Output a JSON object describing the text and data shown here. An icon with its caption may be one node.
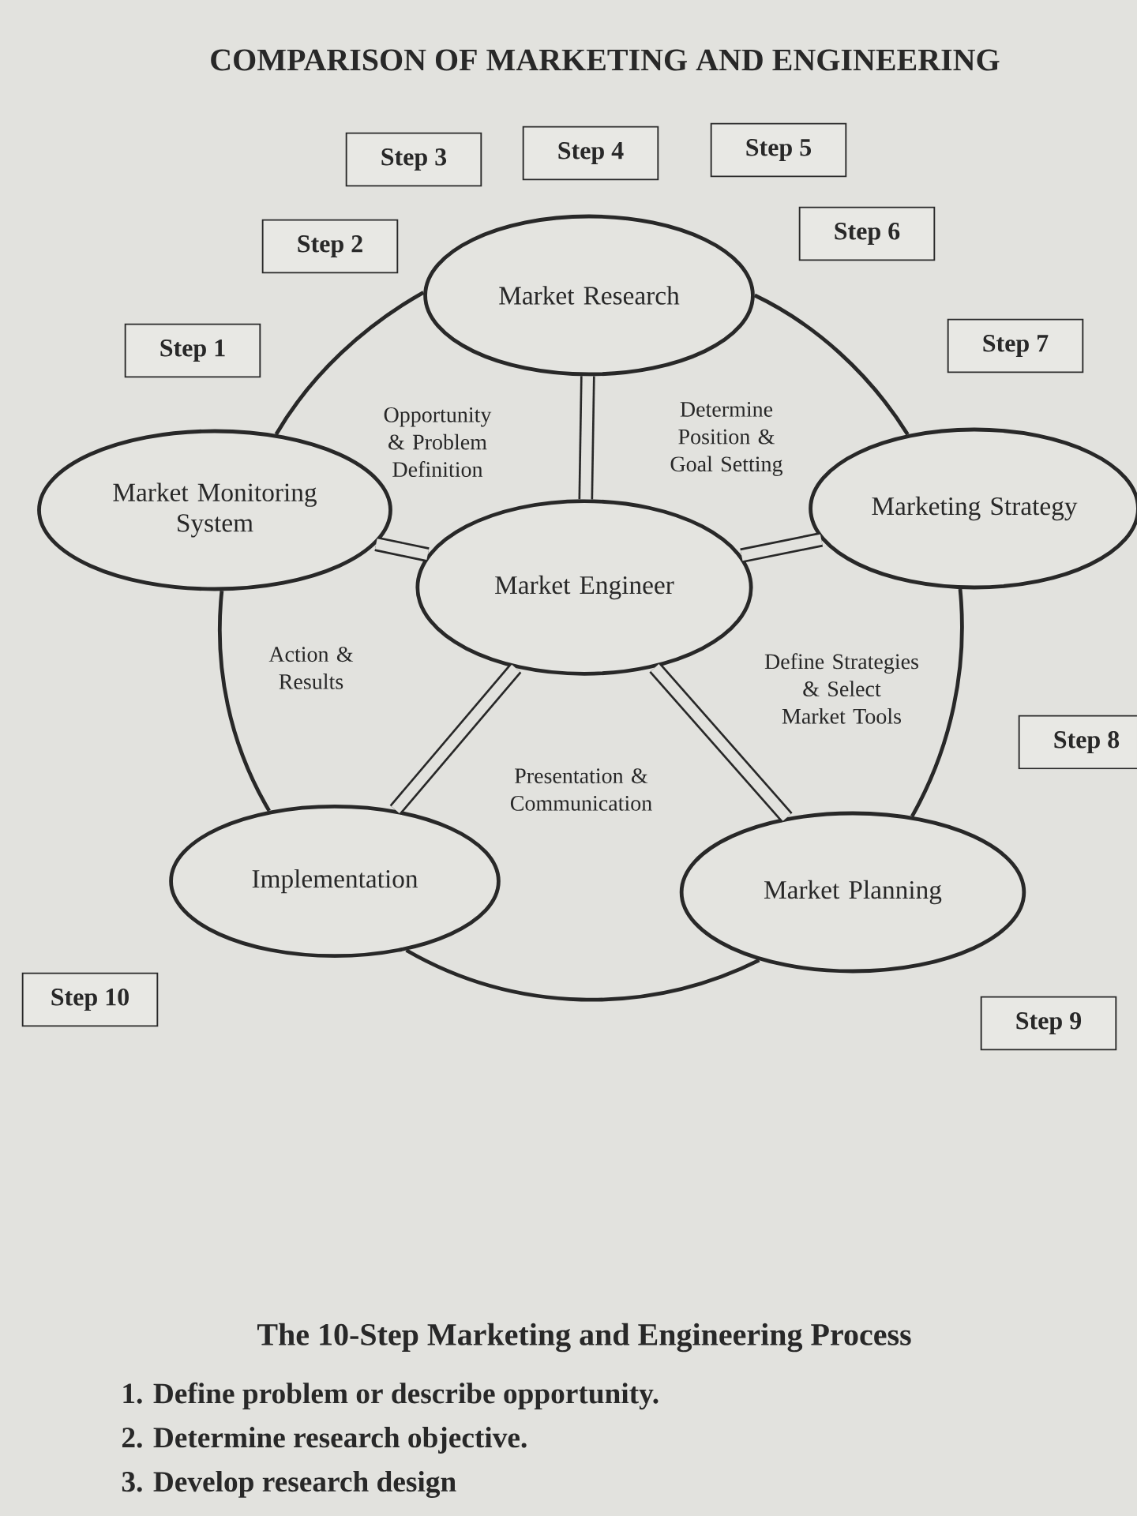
{
  "diagram": {
    "title": "COMPARISON OF MARKETING AND ENGINEERING",
    "nodes": [
      {
        "text": [
          "Market Research"
        ]
      },
      {
        "text": [
          "Marketing Strategy"
        ]
      },
      {
        "text": [
          "Market Planning"
        ]
      },
      {
        "text": [
          "Implementation"
        ]
      },
      {
        "text": [
          "Market Monitoring System"
        ]
      },
      {
        "text": [
          "Market Engineer"
        ]
      },
      {
        "text": [
          "Step 1"
        ]
      },
      {
        "text": [
          "Step 2"
        ]
      },
      {
        "text": [
          "Step 3"
        ]
      },
      {
        "text": [
          "Step 4"
        ]
      },
      {
        "text": [
          "Step 5"
        ]
      },
      {
        "text": [
          "Step 6"
        ]
      },
      {
        "text": [
          "Step 7"
        ]
      },
      {
        "text": [
          "Step 8"
        ]
      },
      {
        "text": [
          "Step 9"
        ]
      },
      {
        "text": [
          "Step 10"
        ]
      }
    ],
    "edges": [
      {
        "from": 5,
        "to": 0,
        "arrow": "none",
        "style": "thick"
      },
      {
        "from": 5,
        "to": 1,
        "arrow": "none",
        "style": "thick"
      },
      {
        "from": 5,
        "to": 2,
        "arrow": "none",
        "style": "thick"
      },
      {
        "from": 5,
        "to": 3,
        "arrow": "none",
        "style": "thick"
      },
      {
        "from": 5,
        "to": 4,
        "arrow": "none",
        "style": "thick"
      },
      {
        "from": 0,
        "to": 1,
        "arrow": "none"
      },
      {
        "from": 1,
        "to": 2,
        "arrow": "none"
      },
      {
        "from": 2,
        "to": 3,
        "arrow": "none"
      },
      {
        "from": 3,
        "to": 4,
        "arrow": "none"
      },
      {
        "from": 4,
        "to": 0,
        "arrow": "none"
      }
    ],
    "labels": [
      "Opportunity & Problem Definition",
      "Determine Position & Goal Setting",
      "Action & Results",
      "Define Strategies & Select Market Tools",
      "Presentation & Communication",
      "The 10-Step Marketing and Engineering Process",
      "1. Define problem or describe opportunity.",
      "2. Determine research objective.",
      "3. Develop research design"
    ]
  }
}
